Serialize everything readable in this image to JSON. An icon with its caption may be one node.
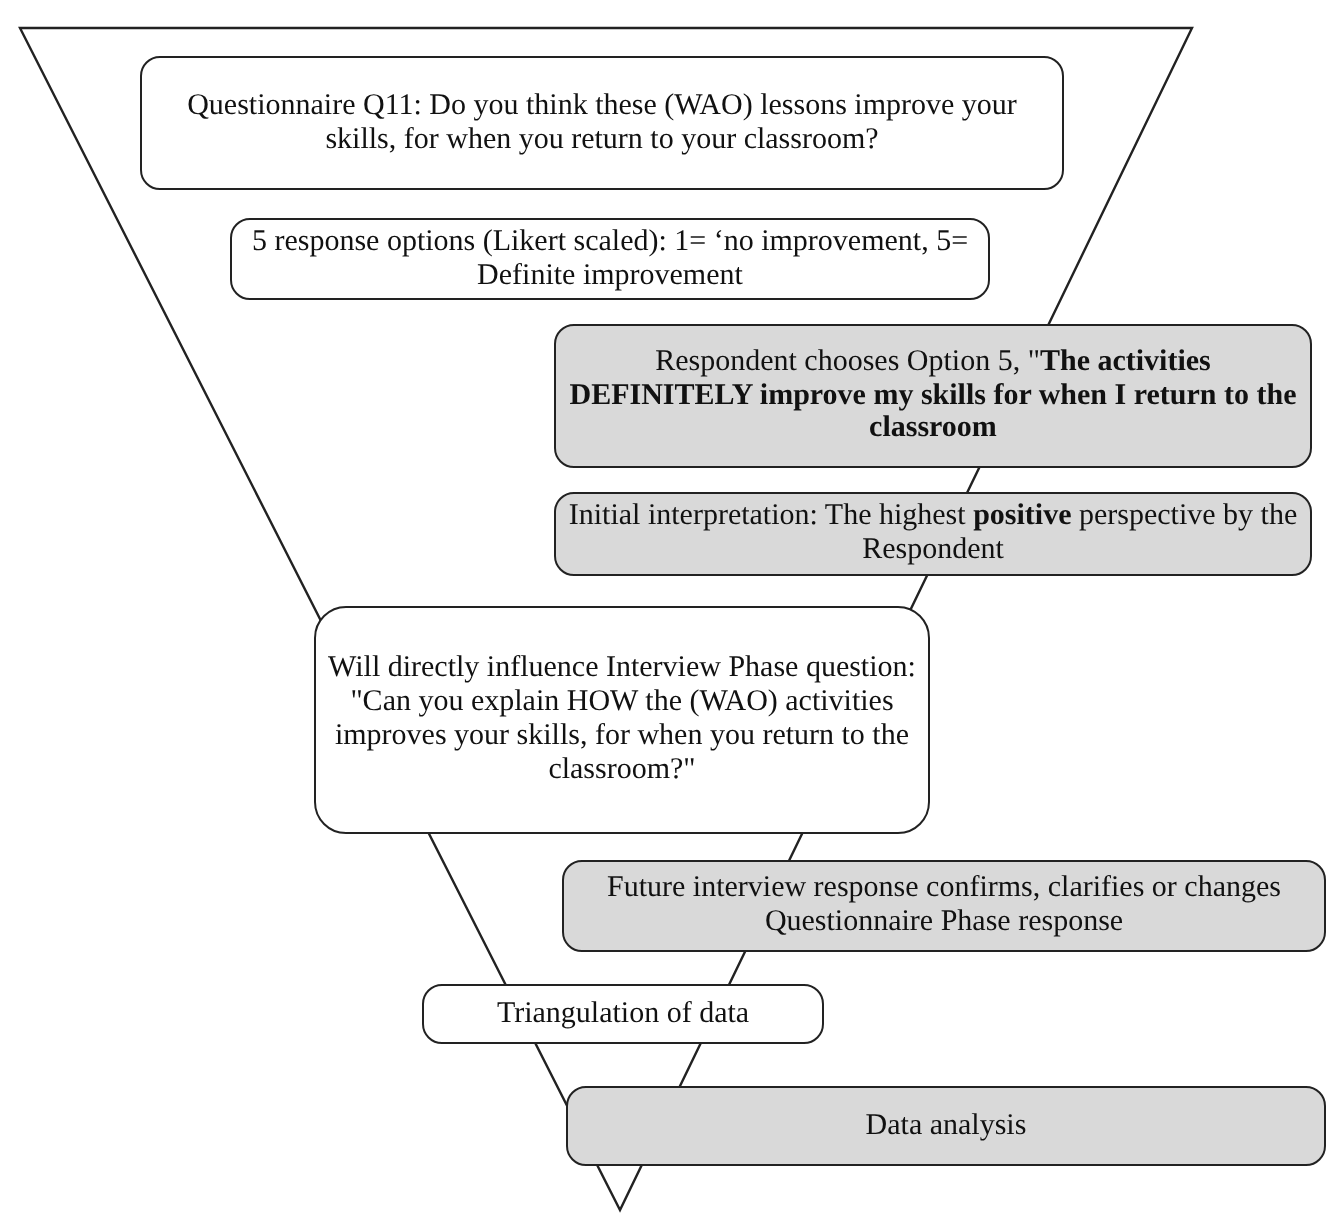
{
  "diagram": {
    "nodes": [
      {
        "text": [
          "Questionnaire Q11: Do you think these (WAO) lessons improve your skills, for when you return to your classroom?"
        ]
      },
      {
        "text": [
          "5 response options (Likert scaled): 1= ‘no improvement, 5= Definite improvement"
        ]
      },
      {
        "text": [
          "Respondent chooses Option 5, \"**The activities DEFINITELY improve my skills for when I return to the classroom**"
        ]
      },
      {
        "text": [
          "Initial interpretation: The highest **positive** perspective by the Respondent"
        ]
      },
      {
        "text": [
          "Will directly influence Interview Phase question: \"Can you explain HOW the (WAO) activities improves your skills, for when you return to the classroom?\""
        ]
      },
      {
        "text": [
          "Future interview response confirms, clarifies or changes Questionnaire Phase response"
        ]
      },
      {
        "text": [
          "Triangulation of data"
        ]
      },
      {
        "text": [
          "Data analysis"
        ]
      }
    ]
  }
}
